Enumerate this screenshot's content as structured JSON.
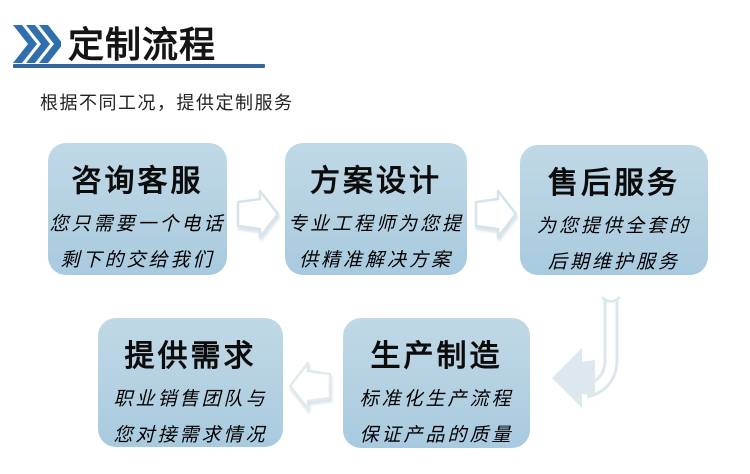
{
  "header": {
    "title": "定制流程",
    "subtitle": "根据不同工况，提供定制服务"
  },
  "colors": {
    "chevron_blue": "#2f6fad",
    "underline_blue": "#33669e",
    "box_fill": "#b4d1e2",
    "arrow_outline": "#d6e3ea",
    "bend_arrow_fill": "#dde8ee",
    "text": "#000000",
    "background": "#ffffff"
  },
  "flow": {
    "steps": [
      {
        "title": "咨询客服",
        "lines": [
          "您只需要一个电话",
          "剩下的交给我们"
        ]
      },
      {
        "title": "方案设计",
        "lines": [
          "专业工程师为您提",
          "供精准解决方案"
        ]
      },
      {
        "title": "售后服务",
        "lines": [
          "为您提供全套的",
          "后期维护服务"
        ]
      },
      {
        "title": "提供需求",
        "lines": [
          "职业销售团队与",
          "您对接需求情况"
        ]
      },
      {
        "title": "生产制造",
        "lines": [
          "标准化生产流程",
          "保证产品的质量"
        ]
      }
    ],
    "connector_directions": [
      "right",
      "right",
      "bend-down-left",
      "left"
    ]
  }
}
